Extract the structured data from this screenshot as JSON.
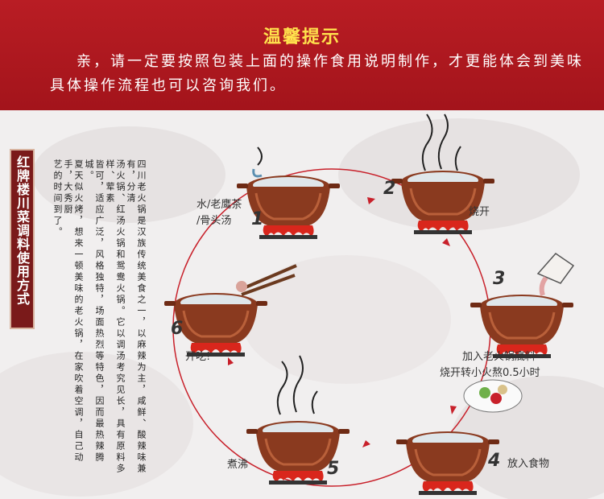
{
  "banner": {
    "title": "温馨提示",
    "line1": "亲，请一定要按照包装上面的操作食用说明制作，才更能体会到美味",
    "line2": "具体操作流程也可以咨询我们。"
  },
  "side_label": "红牌楼川菜调料使用方式",
  "intro_columns": [
    "四川老火锅是汉族传统美食之一，以麻辣为主，咸鲜、酸辣味兼有，分清",
    "汤火锅、红汤火锅和鸳鸯火锅。它以调汤考究见长，具有原料多样、荤素",
    "皆可，适应广泛，风格独特，场面热烈等特色，因而最热辣腾城。",
    "夏天似火烤，想来一顿美味的老火锅，在家吹着空调，自己动手，大秀厨",
    "艺的时间到了。"
  ],
  "steps": [
    {
      "num": "1",
      "text": "水/老鹰茶",
      "text2": "/骨头汤"
    },
    {
      "num": "2",
      "text": "烧开"
    },
    {
      "num": "3",
      "text": "加入老火锅底料",
      "text2": "烧开转小火熬0.5小时"
    },
    {
      "num": "4",
      "text": "放入食物"
    },
    {
      "num": "5",
      "text": "煮沸"
    },
    {
      "num": "6",
      "text": "开吃!"
    }
  ],
  "colors": {
    "banner": "#b91d24",
    "title": "#ffe24d",
    "pot": "#8a3a1f",
    "flame": "#d9261c"
  }
}
